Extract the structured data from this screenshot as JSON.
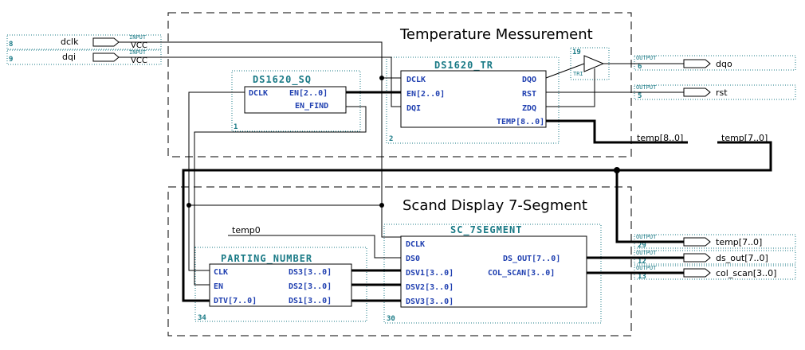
{
  "groups": {
    "temperature_title": "Temperature Messurement",
    "display_title": "Scand Display 7-Segment"
  },
  "blocks": {
    "ds1620_sq": {
      "name": "DS1620_SQ",
      "number": "1",
      "ports_left": [
        "DCLK"
      ],
      "ports_right": [
        "EN[2..0]",
        "EN_FIND"
      ]
    },
    "ds1620_tr": {
      "name": "DS1620_TR",
      "number": "2",
      "ports_left": [
        "DCLK",
        "EN[2..0]",
        "DQI"
      ],
      "ports_right": [
        "DQO",
        "RST",
        "ZDQ",
        "TEMP[8..0]"
      ]
    },
    "sc_7segment": {
      "name": "SC_7SEGMENT",
      "number": "30",
      "ports_left": [
        "DCLK",
        "DS0",
        "DSV1[3..0]",
        "DSV2[3..0]",
        "DSV3[3..0]"
      ],
      "ports_right": [
        "DS_OUT[7..0]",
        "COL_SCAN[3..0]"
      ]
    },
    "parting_number": {
      "name": "PARTING_NUMBER",
      "number": "34",
      "ports_left": [
        "CLK",
        "EN",
        "DTV[7..0]"
      ],
      "ports_right": [
        "DS3[3..0]",
        "DS2[3..0]",
        "DS1[3..0]"
      ]
    }
  },
  "pins": {
    "inputs": [
      {
        "name": "dclk",
        "kind": "INPUT",
        "vcc": "VCC",
        "number": "8"
      },
      {
        "name": "dqi",
        "kind": "INPUT",
        "vcc": "VCC",
        "number": "9"
      }
    ],
    "outputs": [
      {
        "name": "dqo",
        "kind": "OUTPUT",
        "number": "6"
      },
      {
        "name": "rst",
        "kind": "OUTPUT",
        "number": "5"
      },
      {
        "name": "temp[7..0]",
        "kind": "OUTPUT",
        "number": "29"
      },
      {
        "name": "ds_out[7..0]",
        "kind": "OUTPUT",
        "number": "12"
      },
      {
        "name": "col_scan[3..0]",
        "kind": "OUTPUT",
        "number": "13"
      }
    ]
  },
  "tristate": {
    "label": "TRI",
    "number": "19"
  },
  "nets": {
    "temp_bus_a": "temp[8..0]",
    "temp_bus_b": "temp[7..0]",
    "temp0": "temp0"
  },
  "colors": {
    "wire": "#000000",
    "port_text": "#1f3fb0",
    "block_name": "#1a7a86",
    "dotted_frame": "#1a7a86",
    "group_frame": "#000000"
  }
}
